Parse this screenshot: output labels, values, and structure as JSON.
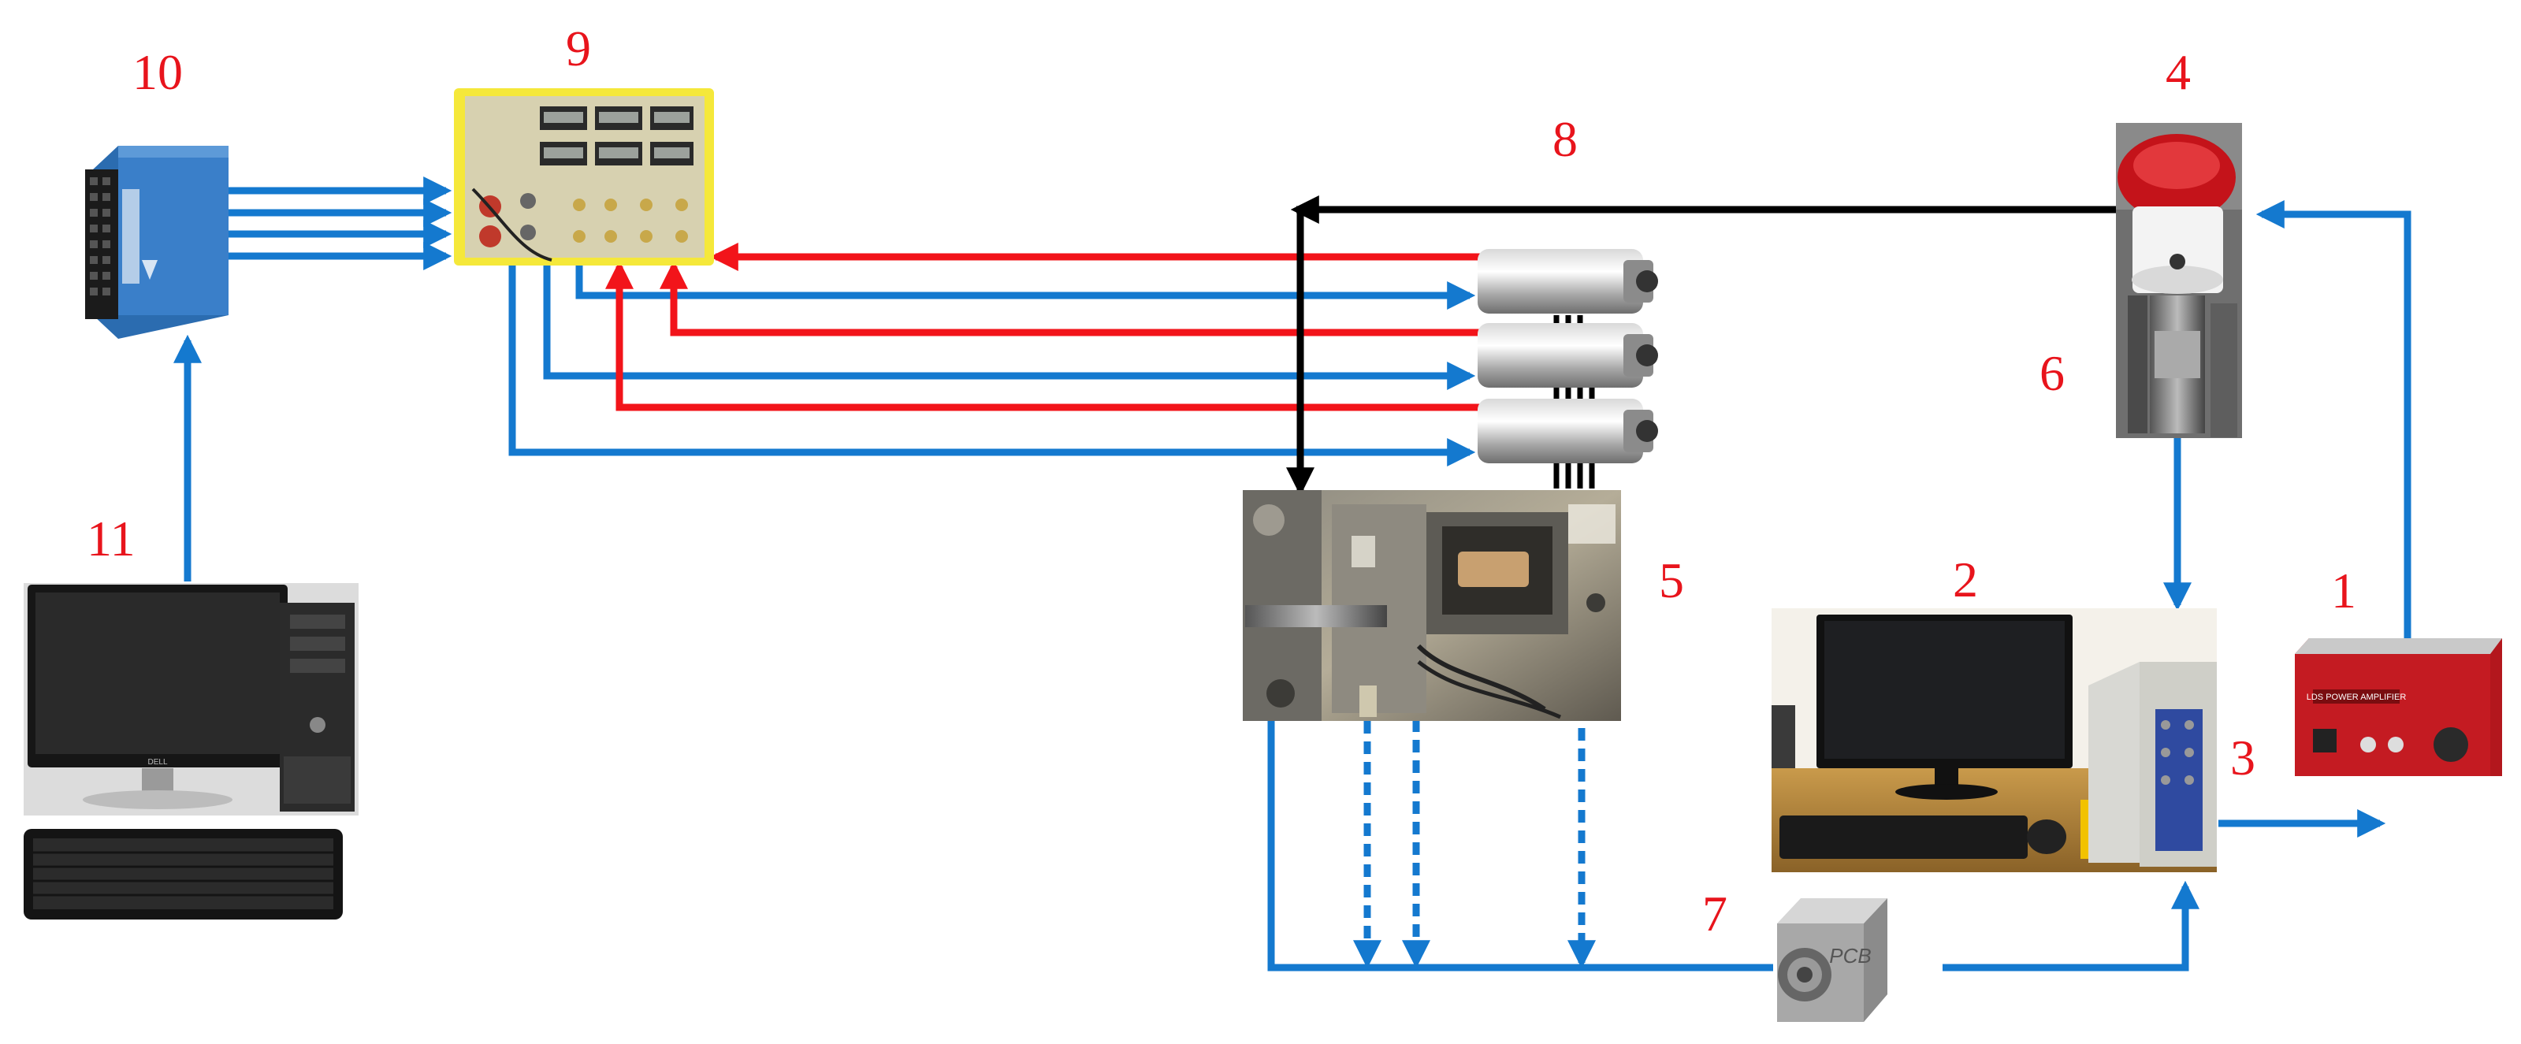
{
  "labels": {
    "n1": "1",
    "n2": "2",
    "n3": "3",
    "n4": "4",
    "n5": "5",
    "n6": "6",
    "n7": "7",
    "n8": "8",
    "n9": "9",
    "n10": "10",
    "n11": "11"
  },
  "device_text": {
    "amplifier_panel": "LDS POWER AMPLIFIER",
    "accelerometer_brand": "PCB",
    "monitor_brand": "DELL"
  },
  "colors": {
    "label_red": "#e8141c",
    "signal_blue": "#1479cf",
    "feedback_red": "#f2141a",
    "drive_black": "#000000"
  }
}
